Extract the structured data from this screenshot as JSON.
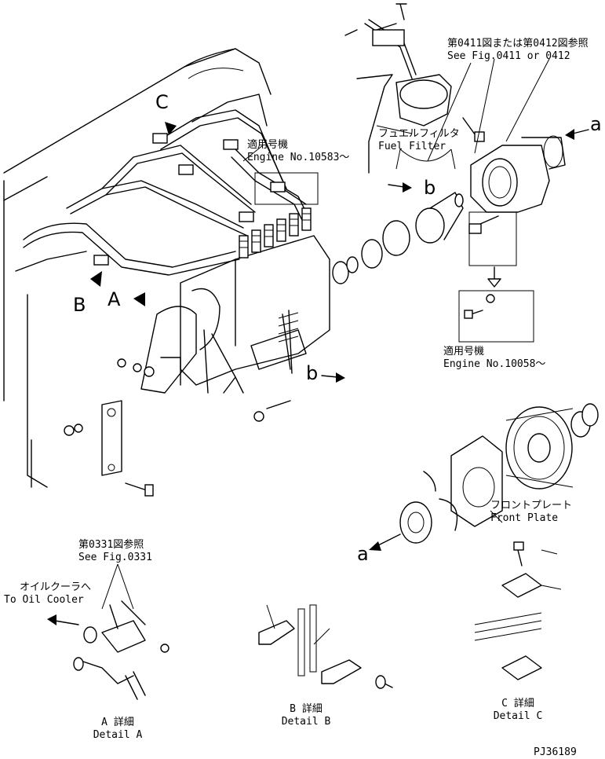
{
  "callouts": {
    "fig_0411_jp": "第0411図または第0412図参照",
    "fig_0411_en": "See Fig.0411 or 0412",
    "fuel_filter_jp": "フュエルフィルタ",
    "fuel_filter_en": "Fuel Filter",
    "serial_jp_1": "適用号機",
    "serial_en_1": "Engine No.10583～",
    "serial_jp_2": "適用号機",
    "serial_en_2": "Engine No.10058～",
    "front_plate_jp": "フロントプレート",
    "front_plate_en": "Front Plate",
    "fig_0331_jp": "第0331図参照",
    "fig_0331_en": "See Fig.0331",
    "oil_cooler_jp": "オイルクーラへ",
    "oil_cooler_en": "To Oil Cooler"
  },
  "view_letters": {
    "a_upper": "a",
    "b_upper": "b",
    "b_mid": "b",
    "a_lower": "a",
    "big_A": "A",
    "big_B": "B",
    "big_C": "C"
  },
  "details": {
    "a_jp": "A 詳細",
    "a_en": "Detail A",
    "b_jp": "B 詳細",
    "b_en": "Detail B",
    "c_jp": "C 詳細",
    "c_en": "Detail C"
  },
  "drawing_code": "PJ36189"
}
